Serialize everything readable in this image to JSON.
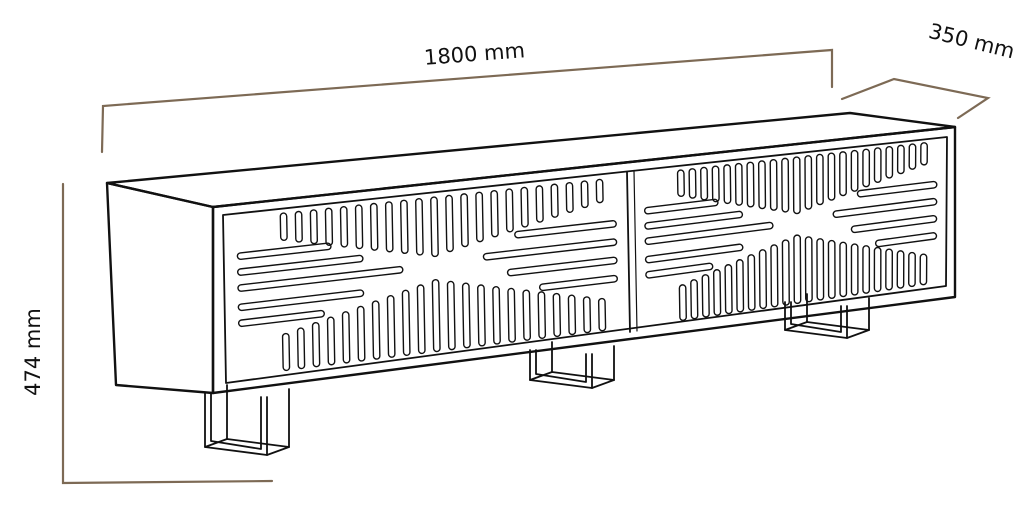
{
  "dimensions": {
    "width_label": "1800 mm",
    "depth_label": "350 mm",
    "height_label": "474 mm"
  },
  "colors": {
    "dimension_line": "#7d6a55",
    "ink": "#111111",
    "background": "#ffffff"
  }
}
